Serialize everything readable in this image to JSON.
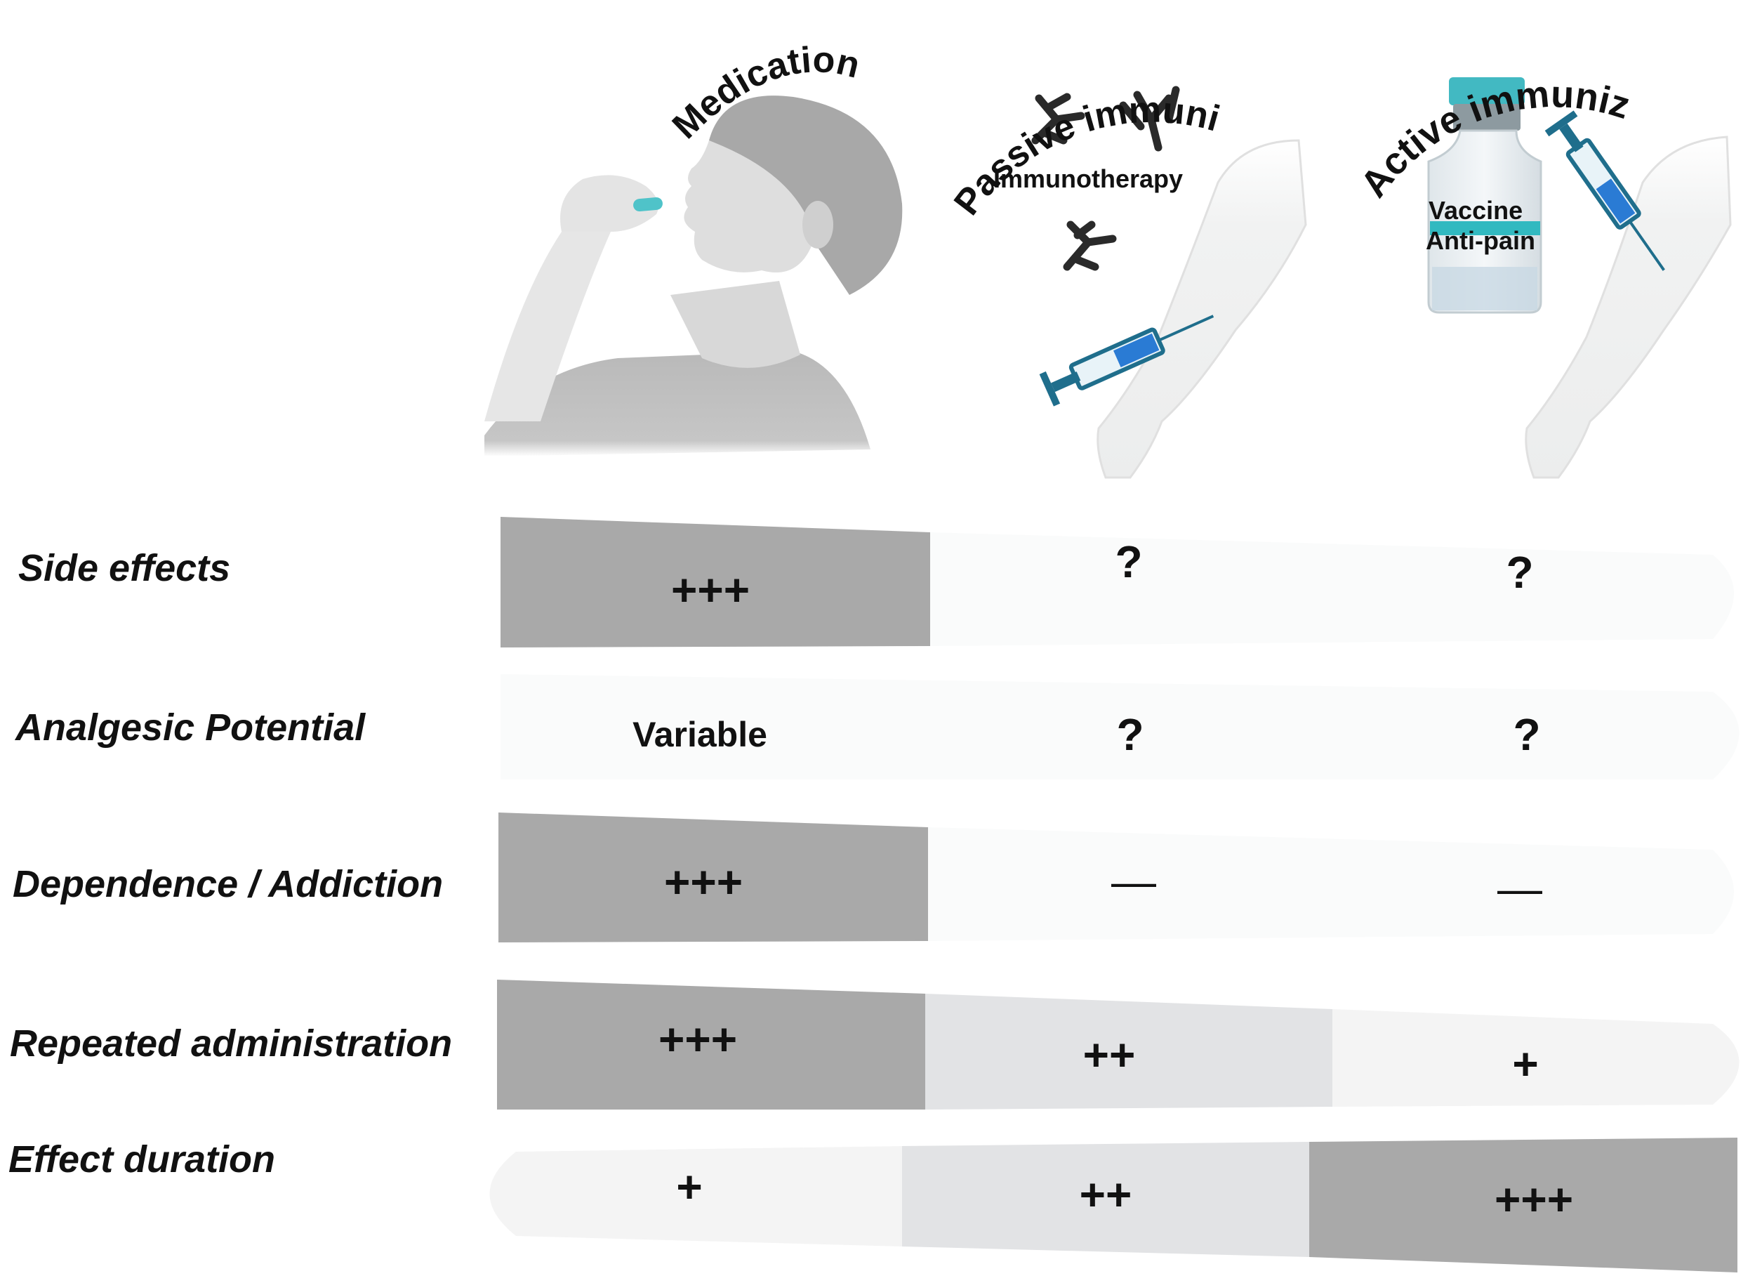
{
  "columns": [
    {
      "title": "Medication",
      "icon": "person-taking-pill-icon"
    },
    {
      "title": "Passive immunization",
      "subtitle": "Immunotherapy",
      "icon": "antibody-syringe-arm-icon"
    },
    {
      "title": "Active immunization",
      "vial_label_1": "Vaccine",
      "vial_label_2": "Anti-pain",
      "icon": "vaccine-vial-syringe-arm-icon"
    }
  ],
  "rows": [
    {
      "label": "Side effects",
      "values": [
        "+++",
        "?",
        "?"
      ]
    },
    {
      "label": "Analgesic Potential",
      "values": [
        "Variable",
        "?",
        "?"
      ]
    },
    {
      "label": "Dependence / Addiction",
      "values": [
        "+++",
        "—",
        "—"
      ]
    },
    {
      "label": "Repeated administration",
      "values": [
        "+++",
        "++",
        "+"
      ]
    },
    {
      "label": "Effect duration",
      "values": [
        "+",
        "++",
        "+++"
      ]
    }
  ],
  "colors": {
    "high": "#a9a9a9",
    "medium": "#e2e3e5",
    "low": "#f4f4f4",
    "faint": "#fafbfb",
    "accent": "#2fb5c0",
    "syringe": "#1f6e8c"
  }
}
